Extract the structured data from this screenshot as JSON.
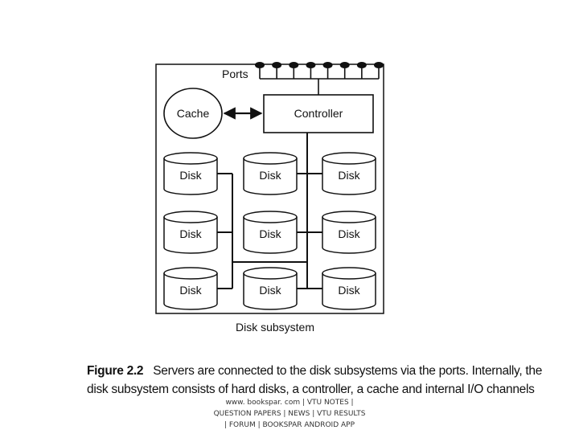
{
  "diagram": {
    "ports_label": "Ports",
    "cache_label": "Cache",
    "controller_label": "Controller",
    "disk_label": "Disk",
    "subsystem_label": "Disk subsystem",
    "port_count": 8,
    "disk_grid": {
      "rows": 3,
      "columns": 3
    }
  },
  "caption": {
    "figure_label": "Figure 2.2",
    "text": "Servers are connected to the disk subsystems via the ports. Internally, the disk subsystem consists of hard disks, a controller, a cache and internal I/O channels"
  },
  "footer": {
    "line1": "www. bookspar. com | VTU NOTES |",
    "line2": "QUESTION PAPERS | NEWS | VTU RESULTS",
    "line3": "| FORUM | BOOKSPAR ANDROID APP"
  }
}
